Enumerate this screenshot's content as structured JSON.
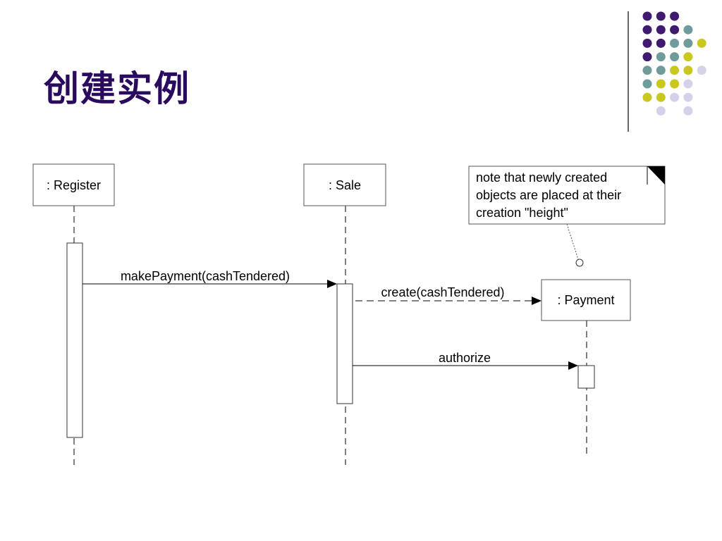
{
  "slide": {
    "title": "创建实例",
    "accent_colors": {
      "purple": "#3f1a6e",
      "teal": "#6f9c9a",
      "yellow": "#c8c81e",
      "lavender": "#d4d2e8"
    }
  },
  "diagram": {
    "lifelines": [
      {
        "id": "register",
        "label": ": Register"
      },
      {
        "id": "sale",
        "label": ": Sale"
      },
      {
        "id": "payment",
        "label": ": Payment"
      }
    ],
    "messages": [
      {
        "label": "makePayment(cashTendered)",
        "from": "register",
        "to": "sale",
        "style": "solid"
      },
      {
        "label": "create(cashTendered)",
        "from": "sale",
        "to": "payment",
        "style": "dashed"
      },
      {
        "label": "authorize",
        "from": "sale",
        "to": "payment",
        "style": "solid"
      }
    ],
    "note": {
      "lines": [
        "note that newly created",
        "objects are placed at their",
        "creation \"height\""
      ]
    }
  }
}
